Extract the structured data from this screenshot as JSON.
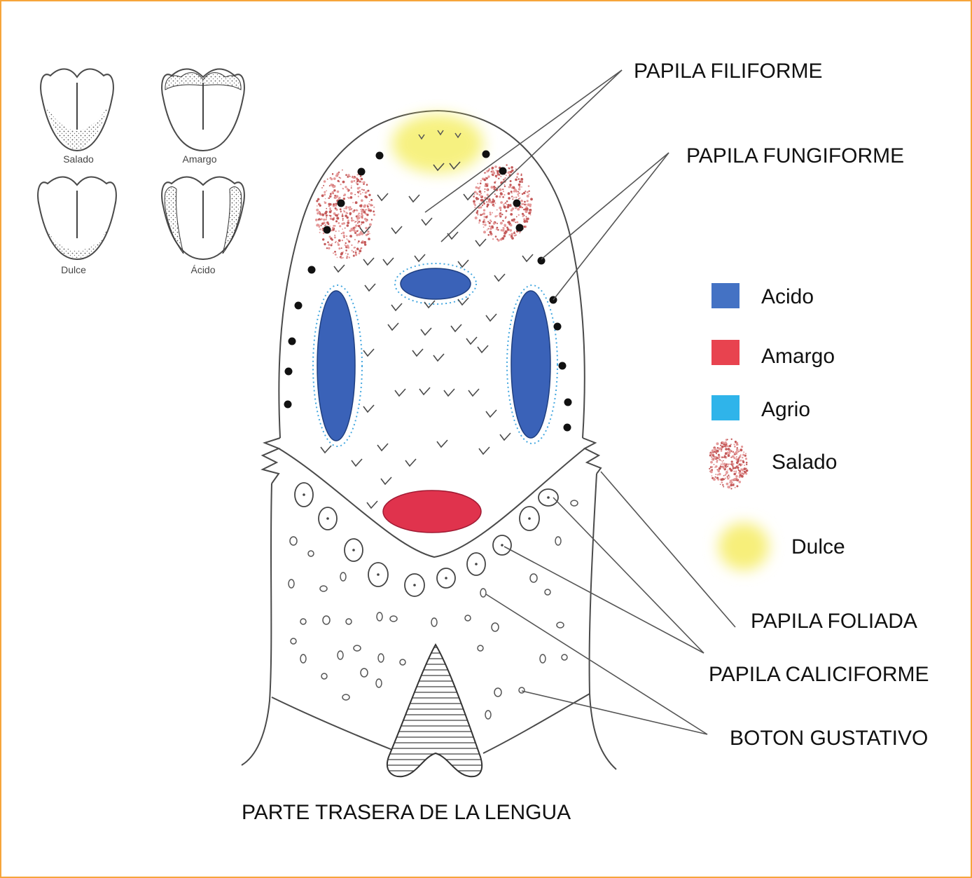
{
  "labels": {
    "filiforme": "PAPILA FILIFORME",
    "fungiforme": "PAPILA FUNGIFORME",
    "foliada": "PAPILA FOLIADA",
    "caliciforme": "PAPILA CALICIFORME",
    "boton": "BOTON GUSTATIVO",
    "back": "PARTE TRASERA DE LA LENGUA"
  },
  "legend": [
    {
      "label": "Acido",
      "color": "#4472c4"
    },
    {
      "label": "Amargo",
      "color": "#e8434f"
    },
    {
      "label": "Agrio",
      "color": "#2fb4ea"
    },
    {
      "label": "Salado",
      "color": "#c0504d"
    },
    {
      "label": "Dulce",
      "color": "#f7ef7a"
    }
  ],
  "mini_tongues": [
    {
      "label": "Salado"
    },
    {
      "label": "Amargo"
    },
    {
      "label": "Dulce"
    },
    {
      "label": "Ácido"
    }
  ],
  "colors": {
    "frame": "#f6a53a",
    "acido": "#3a62b8",
    "amargo": "#e0334d",
    "salado": "#c45a5a",
    "dulce": "#f5ef6a",
    "agrio_dots": "#45a8e0"
  }
}
